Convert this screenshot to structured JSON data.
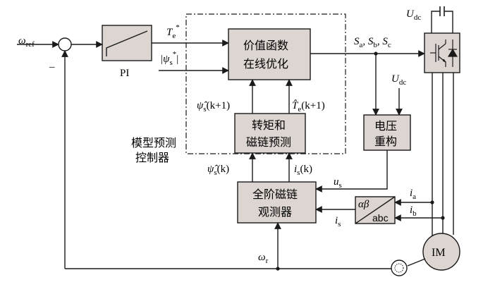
{
  "inputs": {
    "omega_ref": "ω",
    "omega_ref_sub": "ref",
    "minus": "–"
  },
  "pi_block": {
    "label": "PI"
  },
  "signals": {
    "te_star": "T",
    "te_star_sub": "e",
    "te_star_sup": "*",
    "psi_star": "|ψ",
    "psi_star_sub": "s",
    "psi_star_sup": "*",
    "psi_star_close": "|",
    "sa": "S",
    "sa_sub": "a",
    "sb": ", S",
    "sb_sub": "b",
    "sc": ", S",
    "sc_sub": "c",
    "udc_top": "U",
    "udc_top_sub": "dc",
    "udc_mid": "U",
    "udc_mid_sub": "dc",
    "psi_hat_next": "ψ̂",
    "psi_hat_next_sub": "s",
    "psi_hat_next_arg": "(k+1)",
    "te_hat_next": "T̂",
    "te_hat_next_sub": "e",
    "te_hat_next_arg": "(k+1)",
    "psi_hat_k": "ψ̂",
    "psi_hat_k_sub": "s",
    "psi_hat_k_arg": "(k)",
    "is_k": "i",
    "is_k_sub": "s",
    "is_k_arg": "(k)",
    "us": "u",
    "us_sub": "s",
    "is_obs": "i",
    "is_obs_sub": "s",
    "ia": "i",
    "ia_sub": "a",
    "ib": "i",
    "ib_sub": "b",
    "omega_r": "ω",
    "omega_r_sub": "r"
  },
  "blocks": {
    "cost_line1": "价值函数",
    "cost_line2": "在线优化",
    "predict_line1": "转矩和",
    "predict_line2": "磁链预测",
    "voltage_line1": "电压",
    "voltage_line2": "重构",
    "observer_line1": "全阶磁链",
    "observer_line2": "观测器",
    "transform_top": "αβ",
    "transform_bottom": "abc",
    "mpc_label_line1": "模型预测",
    "mpc_label_line2": "控制器",
    "motor": "IM"
  },
  "colors": {
    "block_fill": "#dcd5d1",
    "line": "#1a1a1a"
  }
}
